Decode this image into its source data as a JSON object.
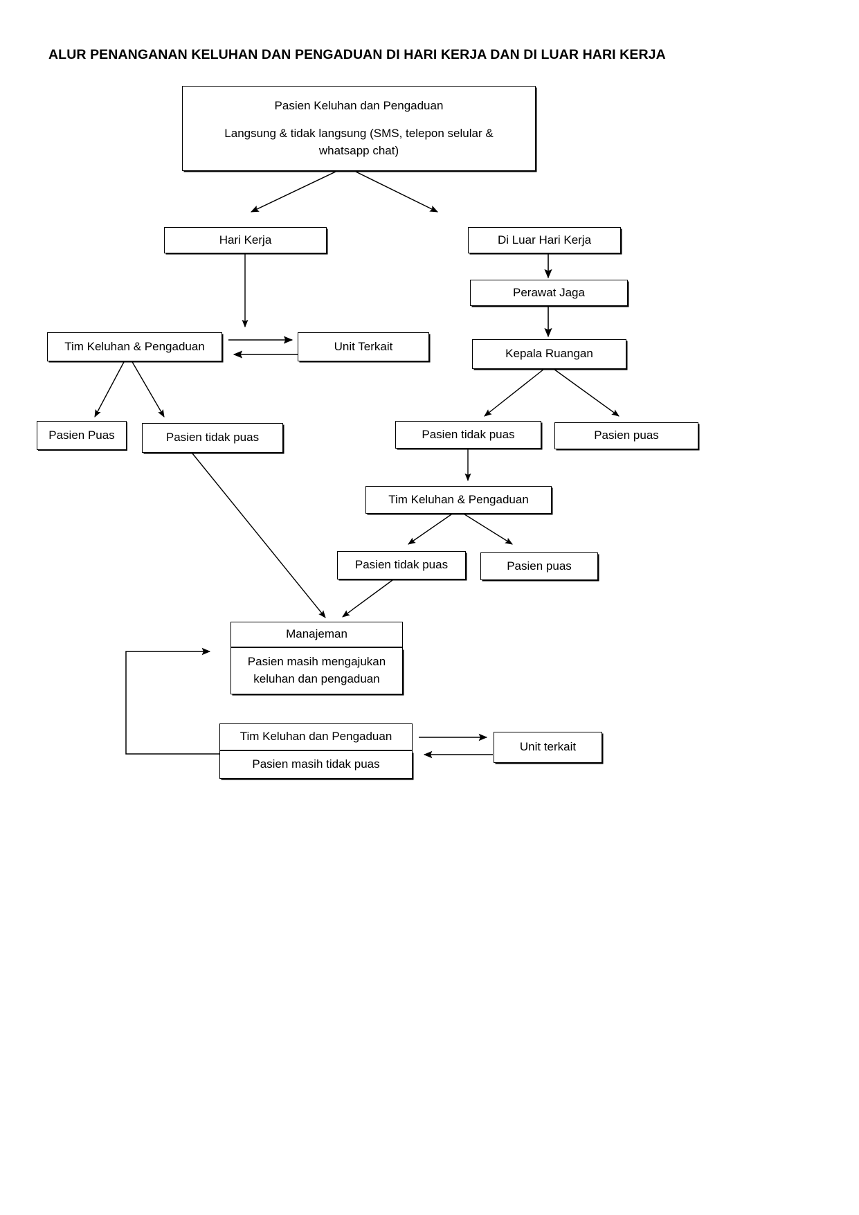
{
  "document": {
    "title": "ALUR PENANGANAN KELUHAN DAN PENGADUAN DI HARI KERJA DAN DI LUAR HARI KERJA"
  },
  "nodes": {
    "source": {
      "line1": "Pasien Keluhan dan Pengaduan",
      "line2": "Langsung & tidak langsung (SMS, telepon selular &",
      "line3": "whatsapp chat)"
    },
    "hari_kerja": "Hari Kerja",
    "di_luar_hari_kerja": "Di Luar Hari Kerja",
    "perawat_jaga": "Perawat Jaga",
    "kepala_ruangan": "Kepala Ruangan",
    "tim_keluhan_kiri": "Tim Keluhan & Pengaduan",
    "unit_terkait": "Unit Terkait",
    "pasien_puas_kiri": "Pasien Puas",
    "pasien_tidak_puas_kiri": "Pasien tidak puas",
    "pasien_tidak_puas_kanan": "Pasien tidak puas",
    "pasien_puas_kanan": "Pasien puas",
    "tim_keluhan_tengah": "Tim Keluhan & Pengaduan",
    "pasien_tidak_puas_tengah": "Pasien tidak puas",
    "pasien_puas_tengah": "Pasien puas",
    "manajemen_header": "Manajeman",
    "manajemen_body_line1": "Pasien masih mengajukan",
    "manajemen_body_line2": "keluhan dan pengaduan",
    "tim_keluhan_bawah": "Tim Keluhan dan Pengaduan",
    "pasien_masih_tidak_puas": "Pasien masih tidak puas",
    "unit_terkait_bawah": "Unit terkait"
  },
  "colors": {
    "stroke": "#000000",
    "background": "#ffffff",
    "text": "#000000"
  }
}
